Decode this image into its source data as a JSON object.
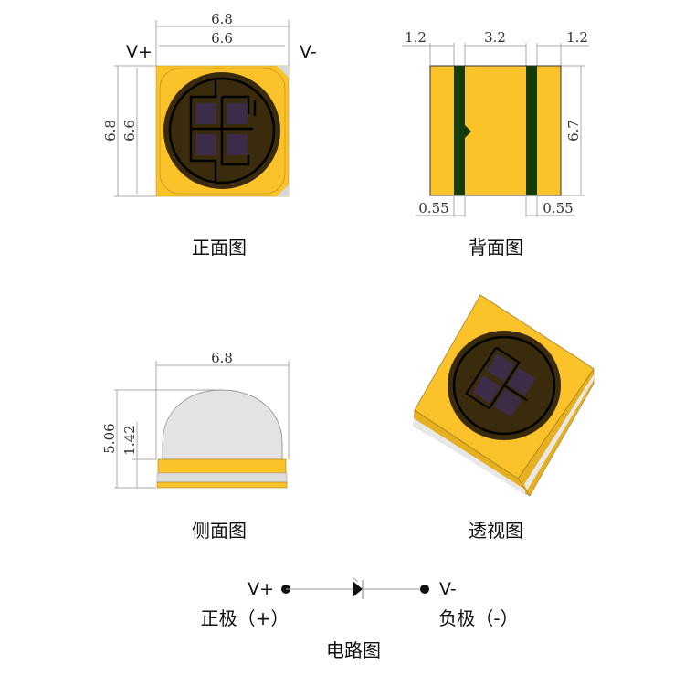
{
  "colors": {
    "gold": "#fcc22a",
    "dome": "#3a2b0c",
    "chip": "#3c2c48",
    "pad": "#143c0a",
    "lens": "#e3e3e3",
    "gray": "#dcdcdc"
  },
  "front": {
    "title": "正面图",
    "dim_outer_w": "6.8",
    "dim_inner_w": "6.6",
    "dim_outer_h": "6.8",
    "dim_inner_h": "6.6",
    "v_plus": "V+",
    "v_minus": "V-"
  },
  "back": {
    "title": "背面图",
    "dim_left": "1.2",
    "dim_mid": "3.2",
    "dim_right": "1.2",
    "dim_h": "6.7",
    "dim_pad_left": "0.55",
    "dim_pad_right": "0.55"
  },
  "side": {
    "title": "侧面图",
    "dim_w": "6.8",
    "dim_total_h": "5.06",
    "dim_base_h": "1.42"
  },
  "perspective": {
    "title": "透视图"
  },
  "circuit": {
    "title": "电路图",
    "v_plus": "V+",
    "v_minus": "V-",
    "anode_label": "正极（+）",
    "cathode_label": "负极（-）"
  }
}
